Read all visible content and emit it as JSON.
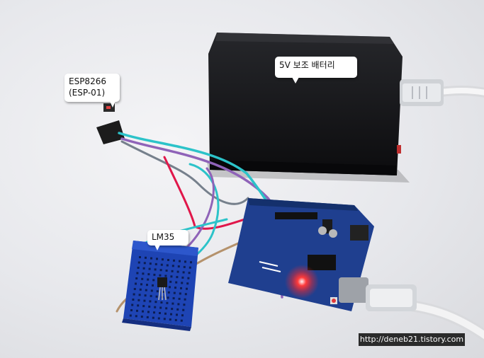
{
  "callouts": {
    "battery": "5V 보조 배터리",
    "esp_line1": "ESP8266",
    "esp_line2": "(ESP-01)",
    "sensor": "LM35"
  },
  "watermark": "http://deneb21.tistory.com",
  "colors": {
    "battery": "#141416",
    "arduino_board": "#1f3f8f",
    "breadboard": "#1e44b4",
    "wire_red": "#e0174a",
    "wire_purple": "#8f63b8",
    "wire_cyan": "#2cc3c9",
    "wire_gray": "#76808c",
    "wire_brown": "#b5926c",
    "usb_cable": "#f2f2f2",
    "led": "#ff2222"
  },
  "objects": [
    "power-bank",
    "arduino-uno-board",
    "mini-breadboard",
    "esp8266-module",
    "usb-cable",
    "jumper-wires",
    "red-led-glow"
  ]
}
